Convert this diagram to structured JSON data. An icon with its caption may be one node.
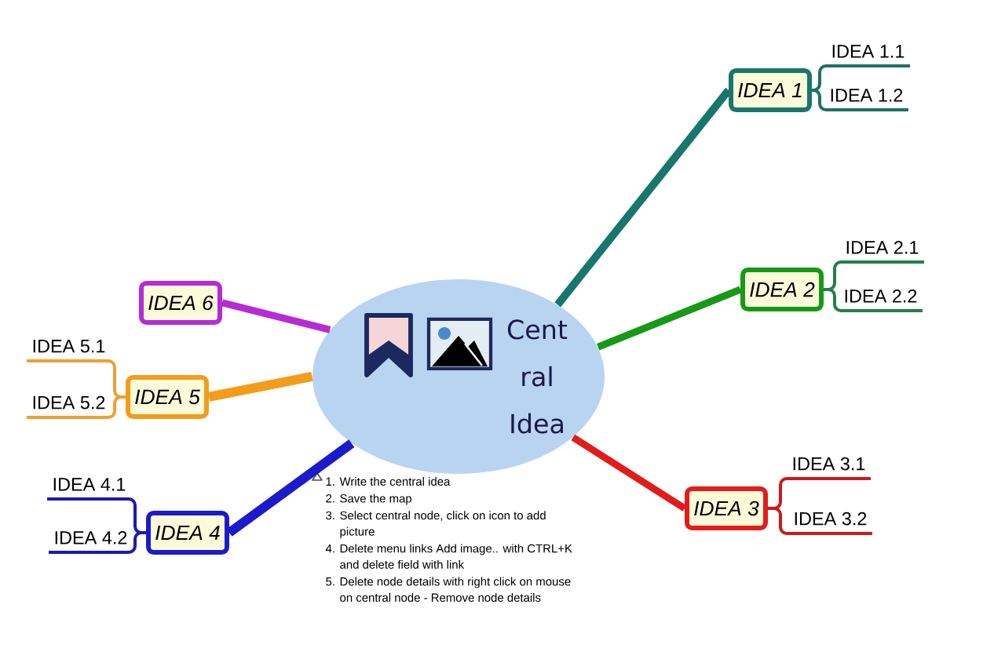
{
  "diagram": {
    "nodes": [
      {
        "text": [
          "Cent ral Idea"
        ],
        "beside": [
          "1. Write the central idea",
          "2. Save the map",
          "3. Select central node, click on icon to add picture",
          "4. Delete menu links Add image.. with CTRL+K and delete field with link",
          "5. Delete node details with right click on mouse on central node - Remove node details"
        ]
      },
      {
        "text": [
          "IDEA 1"
        ]
      },
      {
        "text": [
          "IDEA 1.1"
        ]
      },
      {
        "text": [
          "IDEA 1.2"
        ]
      },
      {
        "text": [
          "IDEA 2"
        ]
      },
      {
        "text": [
          "IDEA 2.1"
        ]
      },
      {
        "text": [
          "IDEA 2.2"
        ]
      },
      {
        "text": [
          "IDEA 3"
        ]
      },
      {
        "text": [
          "IDEA 3.1"
        ]
      },
      {
        "text": [
          "IDEA 3.2"
        ]
      },
      {
        "text": [
          "IDEA 4"
        ]
      },
      {
        "text": [
          "IDEA 4.1"
        ]
      },
      {
        "text": [
          "IDEA 4.2"
        ]
      },
      {
        "text": [
          "IDEA 5"
        ]
      },
      {
        "text": [
          "IDEA 5.1"
        ]
      },
      {
        "text": [
          "IDEA 5.2"
        ]
      },
      {
        "text": [
          "IDEA 6"
        ]
      }
    ],
    "edges": [
      {
        "from": 0,
        "to": 1,
        "arrow": "none",
        "style": "thick",
        "color": "#17776d"
      },
      {
        "from": 1,
        "to": 2,
        "arrow": "none",
        "color": "#1e7068"
      },
      {
        "from": 1,
        "to": 3,
        "arrow": "none",
        "color": "#1e7068"
      },
      {
        "from": 0,
        "to": 4,
        "arrow": "none",
        "style": "thick",
        "color": "#169a16"
      },
      {
        "from": 4,
        "to": 5,
        "arrow": "none",
        "color": "#22804a"
      },
      {
        "from": 4,
        "to": 6,
        "arrow": "none",
        "color": "#22804a"
      },
      {
        "from": 0,
        "to": 7,
        "arrow": "none",
        "style": "thick",
        "color": "#e41b1b"
      },
      {
        "from": 7,
        "to": 8,
        "arrow": "none",
        "color": "#d01818"
      },
      {
        "from": 7,
        "to": 9,
        "arrow": "none",
        "color": "#d01818"
      },
      {
        "from": 0,
        "to": 10,
        "arrow": "none",
        "style": "thick",
        "color": "#1b1bcc"
      },
      {
        "from": 10,
        "to": 11,
        "arrow": "none",
        "color": "#1a1ab8"
      },
      {
        "from": 10,
        "to": 12,
        "arrow": "none",
        "color": "#1a1ab8"
      },
      {
        "from": 0,
        "to": 13,
        "arrow": "none",
        "style": "thick",
        "color": "#f39c1a"
      },
      {
        "from": 13,
        "to": 14,
        "arrow": "none",
        "color": "#f0a030"
      },
      {
        "from": 13,
        "to": 15,
        "arrow": "none",
        "color": "#f0a030"
      },
      {
        "from": 0,
        "to": 16,
        "arrow": "none",
        "style": "thick",
        "color": "#b62ad8"
      }
    ]
  }
}
